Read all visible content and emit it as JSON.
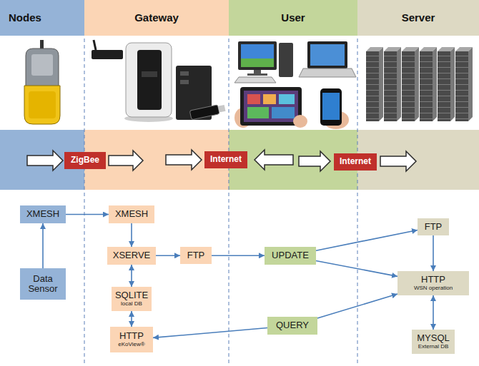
{
  "diagram": {
    "nodes": [
      {
        "text": [
          "Nodes"
        ]
      },
      {
        "text": [
          "Gateway"
        ]
      },
      {
        "text": [
          "User"
        ]
      },
      {
        "text": [
          "Server"
        ]
      },
      {
        "text": [
          "ZigBee"
        ]
      },
      {
        "text": [
          "Internet"
        ]
      },
      {
        "text": [
          "Internet"
        ]
      },
      {
        "text": [
          "XMESH"
        ]
      },
      {
        "text": [
          "XMESH"
        ]
      },
      {
        "text": [
          "FTP"
        ]
      },
      {
        "text": [
          "XSERVE"
        ]
      },
      {
        "text": [
          "FTP"
        ]
      },
      {
        "text": [
          "UPDATE"
        ]
      },
      {
        "text": [
          "Data Sensor"
        ]
      },
      {
        "text": [
          "HTTP",
          "WSN operation"
        ]
      },
      {
        "text": [
          "SQLITE",
          "local DB"
        ]
      },
      {
        "text": [
          "QUERY"
        ]
      },
      {
        "text": [
          "HTTP",
          "eKoView®"
        ]
      },
      {
        "text": [
          "MYSQL",
          "External DB"
        ]
      }
    ],
    "edges": [
      {
        "from": 13,
        "to": 7,
        "arrow": "to"
      },
      {
        "from": 7,
        "to": 8,
        "arrow": "to"
      },
      {
        "from": 8,
        "to": 10,
        "arrow": "to"
      },
      {
        "from": 10,
        "to": 15,
        "arrow": "both"
      },
      {
        "from": 15,
        "to": 17,
        "arrow": "both"
      },
      {
        "from": 10,
        "to": 11,
        "arrow": "to"
      },
      {
        "from": 11,
        "to": 12,
        "arrow": "to"
      },
      {
        "from": 12,
        "to": 9,
        "arrow": "to"
      },
      {
        "from": 12,
        "to": 14,
        "arrow": "to"
      },
      {
        "from": 9,
        "to": 14,
        "arrow": "to"
      },
      {
        "from": 14,
        "to": 18,
        "arrow": "both"
      },
      {
        "from": 16,
        "to": 17,
        "arrow": "to"
      },
      {
        "from": 16,
        "to": 14,
        "arrow": "to"
      }
    ]
  }
}
